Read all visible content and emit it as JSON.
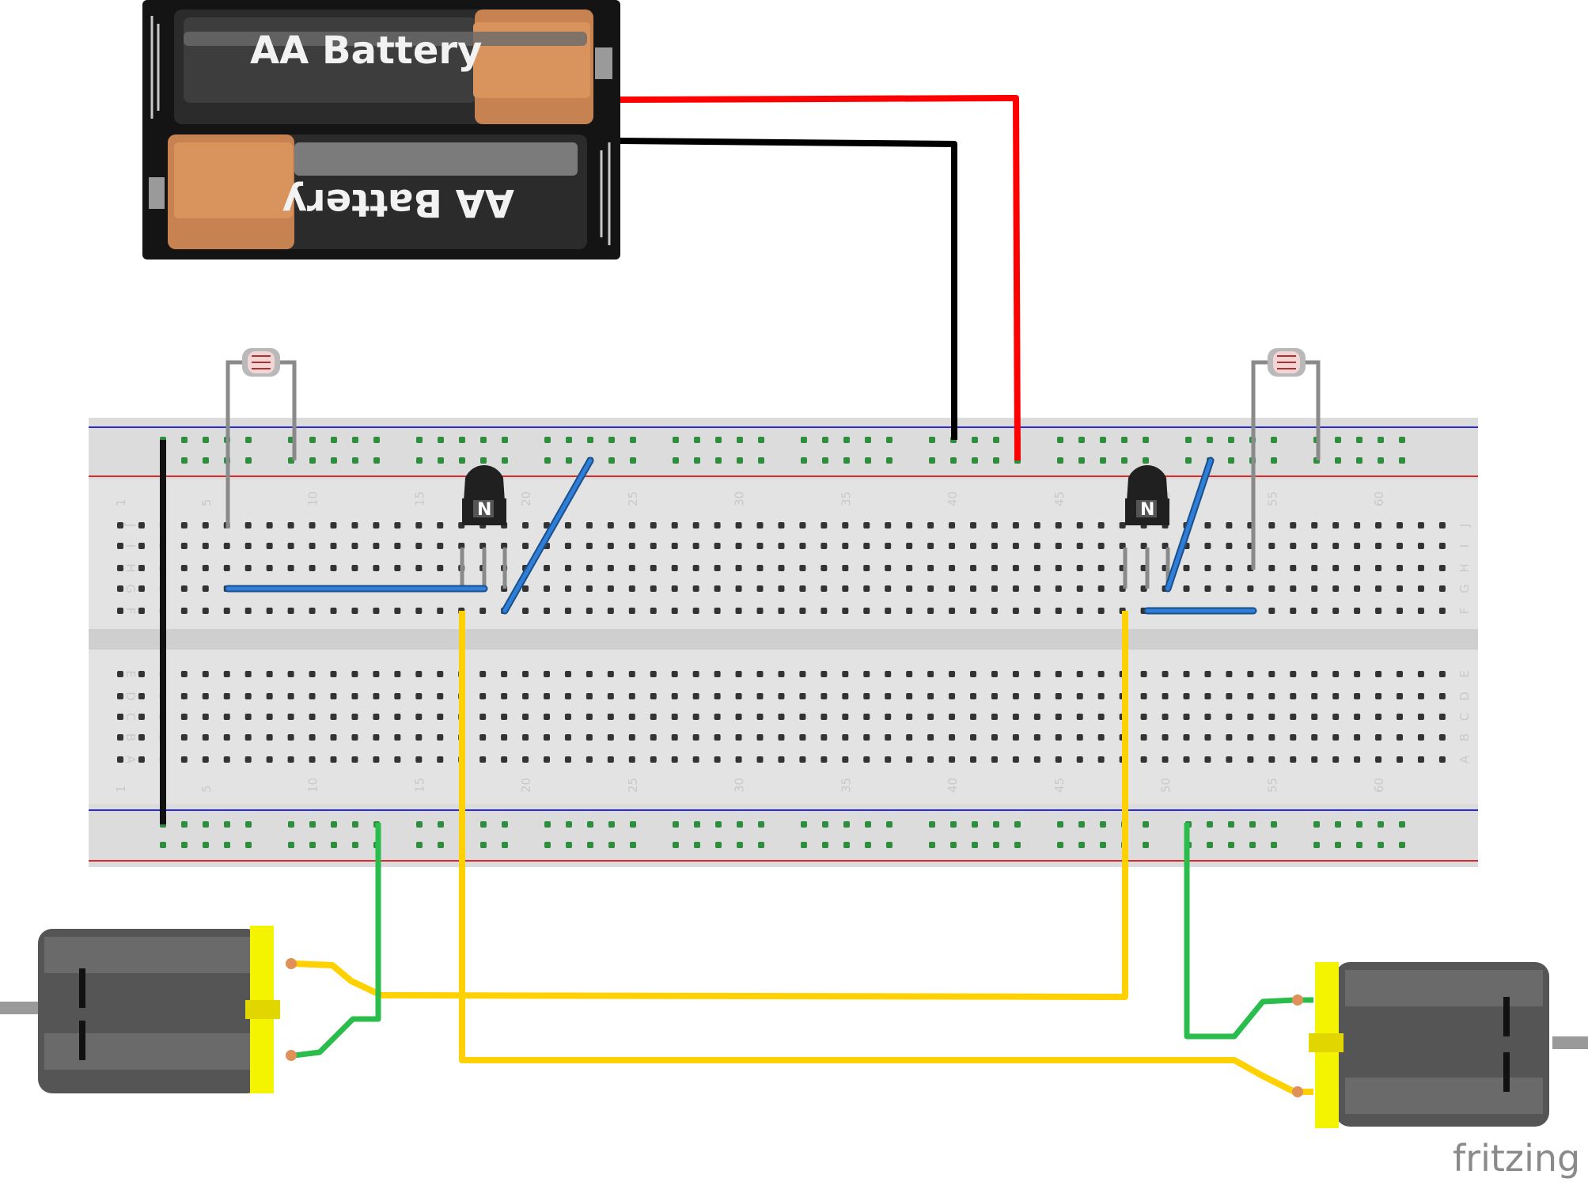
{
  "battery_pack": {
    "cells": [
      {
        "label": "AA Battery"
      },
      {
        "label": "AA Battery"
      }
    ]
  },
  "breadboard": {
    "columns_top": [
      "1",
      "5",
      "10",
      "15",
      "20",
      "25",
      "30",
      "35",
      "40",
      "45",
      "50",
      "55",
      "60"
    ],
    "columns_bottom": [
      "1",
      "5",
      "10",
      "15",
      "20",
      "25",
      "30",
      "35",
      "40",
      "45",
      "50",
      "55",
      "60"
    ],
    "rows_top": [
      "J",
      "I",
      "H",
      "G",
      "F"
    ],
    "rows_bottom": [
      "E",
      "D",
      "C",
      "B",
      "A"
    ]
  },
  "transistors": [
    {
      "label": "N"
    },
    {
      "label": "N"
    }
  ],
  "brand": "fritzing",
  "colors": {
    "wire_power": "#ff0000",
    "wire_ground": "#000000",
    "wire_signal": "#ffd100",
    "wire_motor": "#2bbd4b",
    "jumper": "#2f7fd8",
    "breadboard": "#e3e3e3",
    "motor_cap": "#f4f400",
    "motor_body": "#555555"
  }
}
